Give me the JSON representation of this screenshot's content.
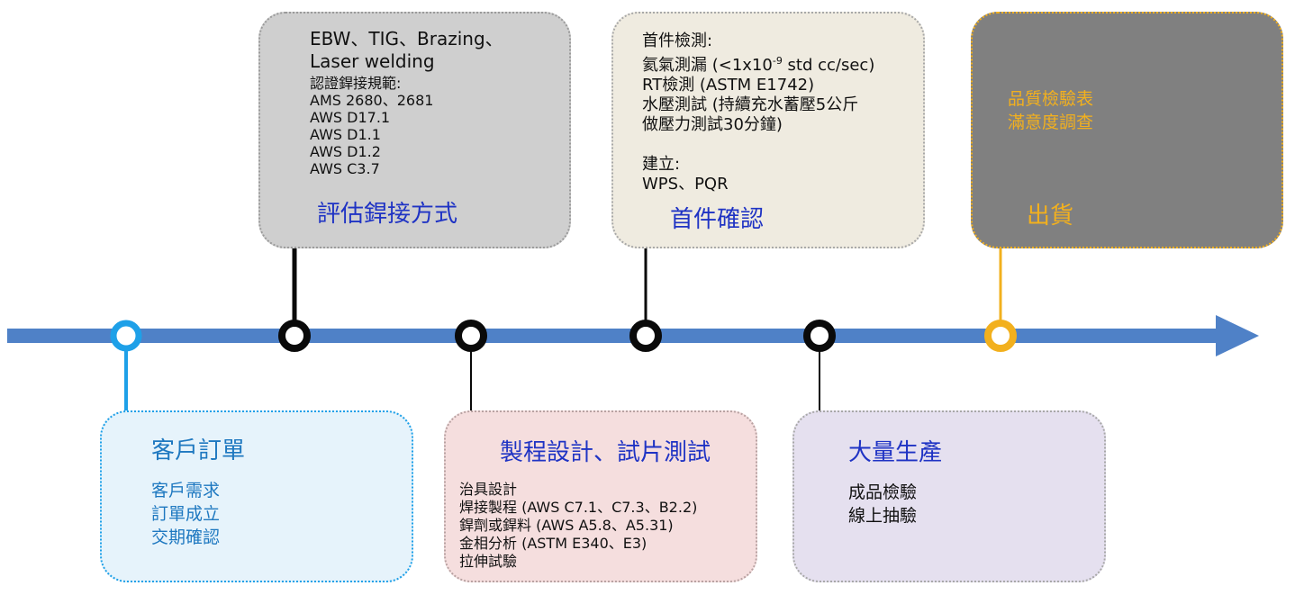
{
  "colors": {
    "axis": "#4f81c7",
    "customer": "#1ea0e8",
    "node": "#0a0a0a",
    "ship": "#f2b01e",
    "title_blue": "#1f33c4"
  },
  "stages": {
    "customer": {
      "title": "客戶訂單",
      "items": [
        "客戶需求",
        "訂單成立",
        "交期確認"
      ]
    },
    "evaluate": {
      "title": "評估銲接方式",
      "methods": [
        "EBW、TIG、Brazing、",
        "Laser welding"
      ],
      "spec_label": "認證銲接規範:",
      "specs": [
        "AMS 2680、2681",
        "AWS D17.1",
        "AWS D1.1",
        "AWS D1.2",
        "AWS C3.7"
      ]
    },
    "process": {
      "title": "製程設計、試片測試",
      "items": [
        "治具設計",
        "焊接製程 (AWS C7.1、C7.3、B2.2)",
        "銲劑或銲料 (AWS A5.8、A5.31)",
        "金相分析 (ASTM E340、E3)",
        "拉伸試驗"
      ]
    },
    "first_article": {
      "title": "首件確認",
      "check_label": "首件檢測:",
      "checks": [
        "氦氣測漏 (<1x10",
        "RT檢測 (ASTM E1742)",
        "水壓測試 (持續充水蓄壓5公斤",
        "做壓力測試30分鐘)"
      ],
      "leak_exponent": "-9",
      "leak_unit": " std cc/sec)",
      "build_label": "建立:",
      "build_items": "WPS、PQR"
    },
    "mass": {
      "title": "大量生產",
      "items": [
        "成品檢驗",
        "線上抽驗"
      ]
    },
    "ship": {
      "title": "出貨",
      "items": [
        "品質檢驗表",
        "滿意度調查"
      ]
    }
  }
}
